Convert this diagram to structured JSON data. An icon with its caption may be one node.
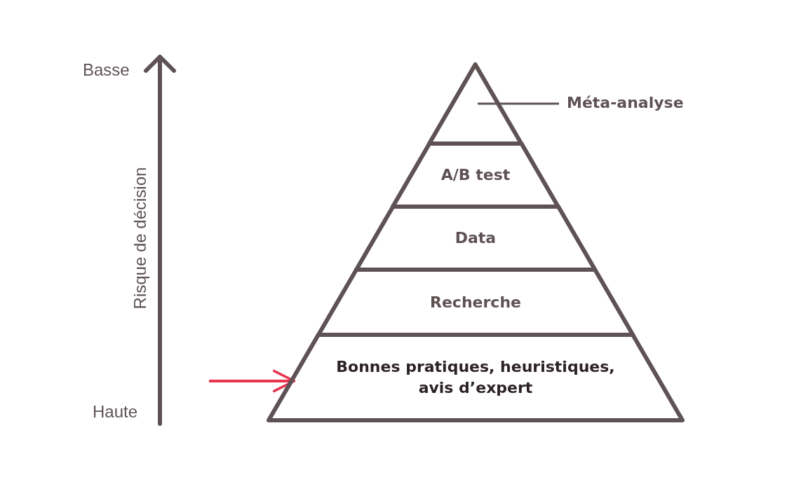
{
  "diagram": {
    "nodes": [
      {
        "text": [],
        "shape": "triangle"
      },
      {
        "text": [
          "Méta-analyse"
        ]
      },
      {
        "text": [
          "A/B test"
        ]
      },
      {
        "text": [
          "Data"
        ]
      },
      {
        "text": [
          "Recherche"
        ]
      },
      {
        "text": [
          "Bonnes pratiques, heuristiques, avis d’expert"
        ]
      }
    ],
    "edges": [
      {
        "from": 1,
        "to": 0,
        "arrow": "none"
      },
      {
        "from": null,
        "to": 5,
        "arrow": "to",
        "color": "#e8354f"
      }
    ],
    "labels": [
      "Basse",
      "Risque de décision",
      "Haute"
    ]
  }
}
